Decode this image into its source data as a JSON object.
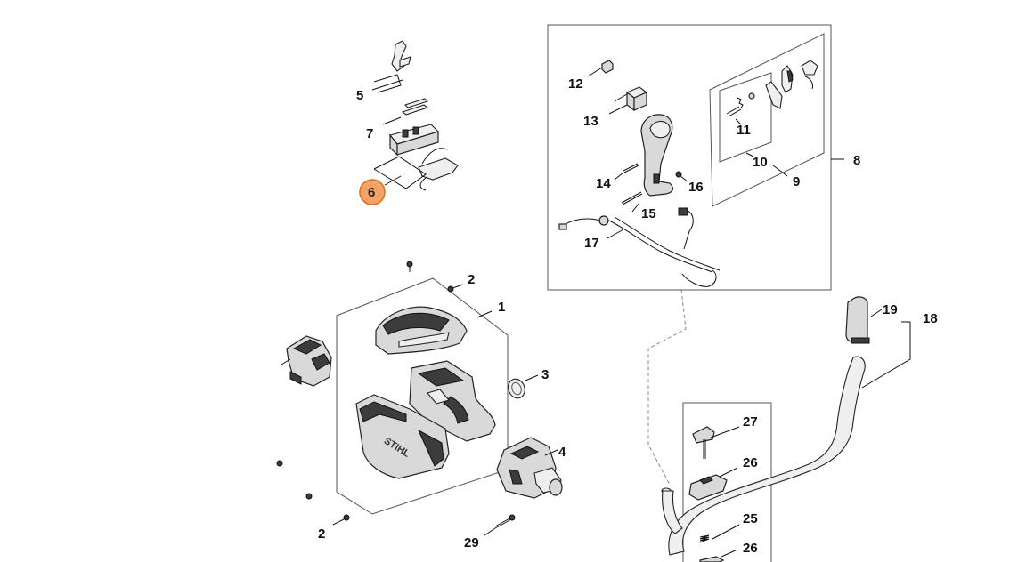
{
  "accent_color": "#f5a267",
  "accent_stroke": "#e07020",
  "selected_callout": "6",
  "callouts": {
    "c1": "1",
    "c2a": "2",
    "c2b": "2",
    "c3": "3",
    "c4": "4",
    "c5": "5",
    "c6": "6",
    "c7": "7",
    "c8": "8",
    "c9": "9",
    "c10": "10",
    "c11": "11",
    "c12": "12",
    "c13": "13",
    "c14": "14",
    "c15": "15",
    "c16": "16",
    "c17": "17",
    "c18": "18",
    "c19": "19",
    "c25": "25",
    "c26a": "26",
    "c26b": "26",
    "c27": "27",
    "c29": "29"
  },
  "housing_logo": "STIHL"
}
